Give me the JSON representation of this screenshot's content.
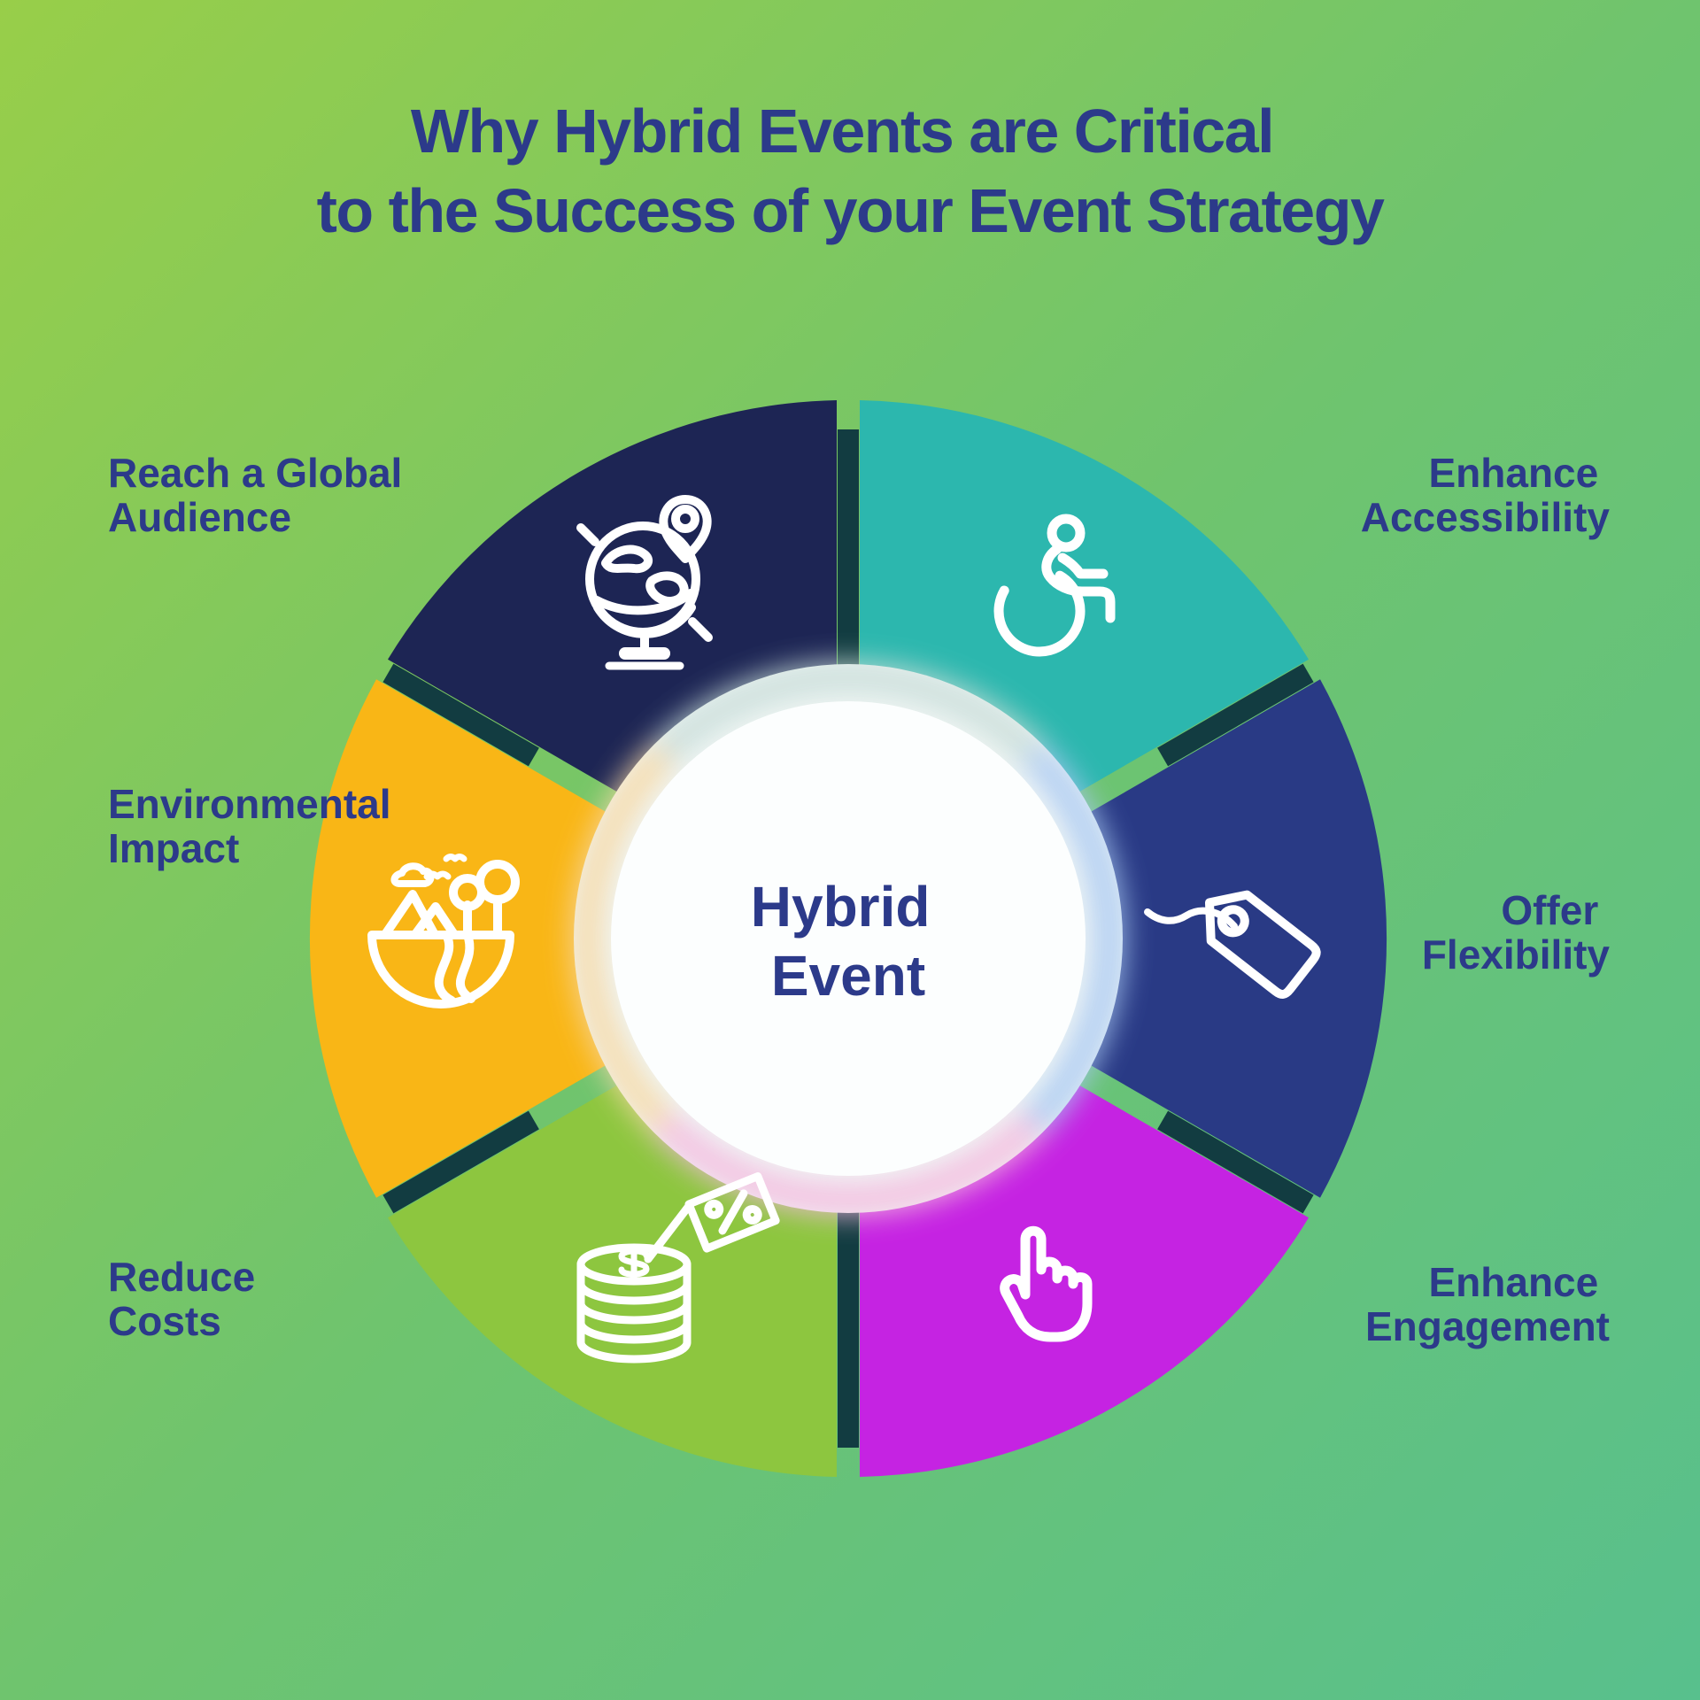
{
  "title": {
    "lines": [
      "Why Hybrid Events are Critical",
      "to the Success of your Event Strategy"
    ],
    "color": "#2c3a8a"
  },
  "center": {
    "lines": [
      "Hybrid",
      "Event"
    ],
    "text_color": "#2c3a8a",
    "circle_color": "#f0f6f5",
    "glow": {
      "top": "#c8ddd8",
      "right": "#a8c8f2",
      "bottom": "#f4b9de",
      "left": "#f6d8a4"
    }
  },
  "background": {
    "gradient_start": "#98ce49",
    "gradient_mid": "#6fc46e",
    "gradient_end": "#58c08d"
  },
  "wheel": {
    "gap_shadow_color": "#123c41",
    "icon_color": "#ffffff",
    "segments": [
      {
        "id": "reach-a-global-audience",
        "label_lines": [
          "Reach a Global",
          "Audience"
        ],
        "color": "#1d2554",
        "icon": "globe-location-icon",
        "label_side": "left"
      },
      {
        "id": "enhance-accessibility",
        "label_lines": [
          "Enhance",
          "Accessibility"
        ],
        "color": "#2cb7ae",
        "icon": "wheelchair-icon",
        "label_side": "right"
      },
      {
        "id": "offer-flexibility",
        "label_lines": [
          "Offer",
          "Flexibility"
        ],
        "color": "#293a85",
        "icon": "price-tag-icon",
        "label_side": "right"
      },
      {
        "id": "enhance-engagement",
        "label_lines": [
          "Enhance",
          "Engagement"
        ],
        "color": "#c523e2",
        "icon": "hand-cursor-icon",
        "label_side": "right"
      },
      {
        "id": "reduce-costs",
        "label_lines": [
          "Reduce",
          "Costs"
        ],
        "color": "#8dc63f",
        "icon": "coins-discount-flag-icon",
        "label_side": "left"
      },
      {
        "id": "environmental-impact",
        "label_lines": [
          "Environmental",
          "Impact"
        ],
        "color": "#f9b616",
        "icon": "nature-landscape-icon",
        "label_side": "left"
      }
    ]
  }
}
